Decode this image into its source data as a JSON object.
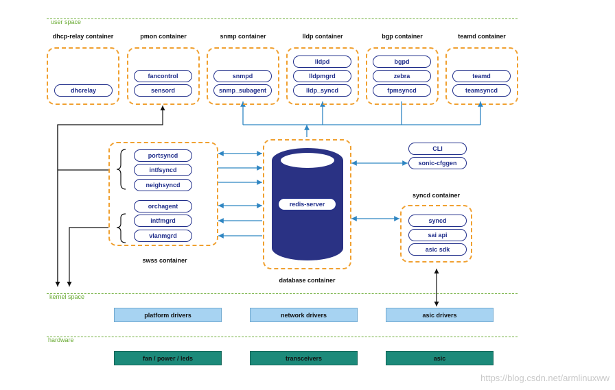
{
  "layers": {
    "user_space": "user space",
    "kernel_space": "kernel space",
    "hardware": "hardware"
  },
  "containers": {
    "dhcp_relay": {
      "title": "dhcp-relay container",
      "items": [
        "dhcrelay"
      ]
    },
    "pmon": {
      "title": "pmon container",
      "items": [
        "fancontrol",
        "sensord"
      ]
    },
    "snmp": {
      "title": "snmp container",
      "items": [
        "snmpd",
        "snmp_subagent"
      ]
    },
    "lldp": {
      "title": "lldp container",
      "items": [
        "lldpd",
        "lldpmgrd",
        "lldp_syncd"
      ]
    },
    "bgp": {
      "title": "bgp container",
      "items": [
        "bgpd",
        "zebra",
        "fpmsyncd"
      ]
    },
    "teamd": {
      "title": "teamd container",
      "items": [
        "teamd",
        "teamsyncd"
      ]
    },
    "swss": {
      "title": "swss container",
      "items": [
        "portsyncd",
        "intfsyncd",
        "neighsyncd",
        "orchagent",
        "intfmgrd",
        "vlanmgrd"
      ]
    },
    "database": {
      "title": "database container",
      "items": [
        "redis-server"
      ]
    },
    "cli": {
      "items": [
        "CLI",
        "sonic-cfggen"
      ]
    },
    "syncd": {
      "title": "syncd container",
      "items": [
        "syncd",
        "sai api",
        "asic sdk"
      ]
    }
  },
  "kernel": [
    "platform drivers",
    "network drivers",
    "asic drivers"
  ],
  "hardware": [
    "fan / power / leds",
    "transceivers",
    "asic"
  ],
  "watermark": "https://blog.csdn.net/armlinuxww",
  "colors": {
    "separator": "#6aab34",
    "container_border": "#f0a030",
    "pill_border": "#1f2d8a",
    "redis": "#2a3284",
    "kernel_fill": "#a7d3f2",
    "hardware_fill": "#1c8a7a",
    "arrow_blue": "#2f86c2"
  }
}
